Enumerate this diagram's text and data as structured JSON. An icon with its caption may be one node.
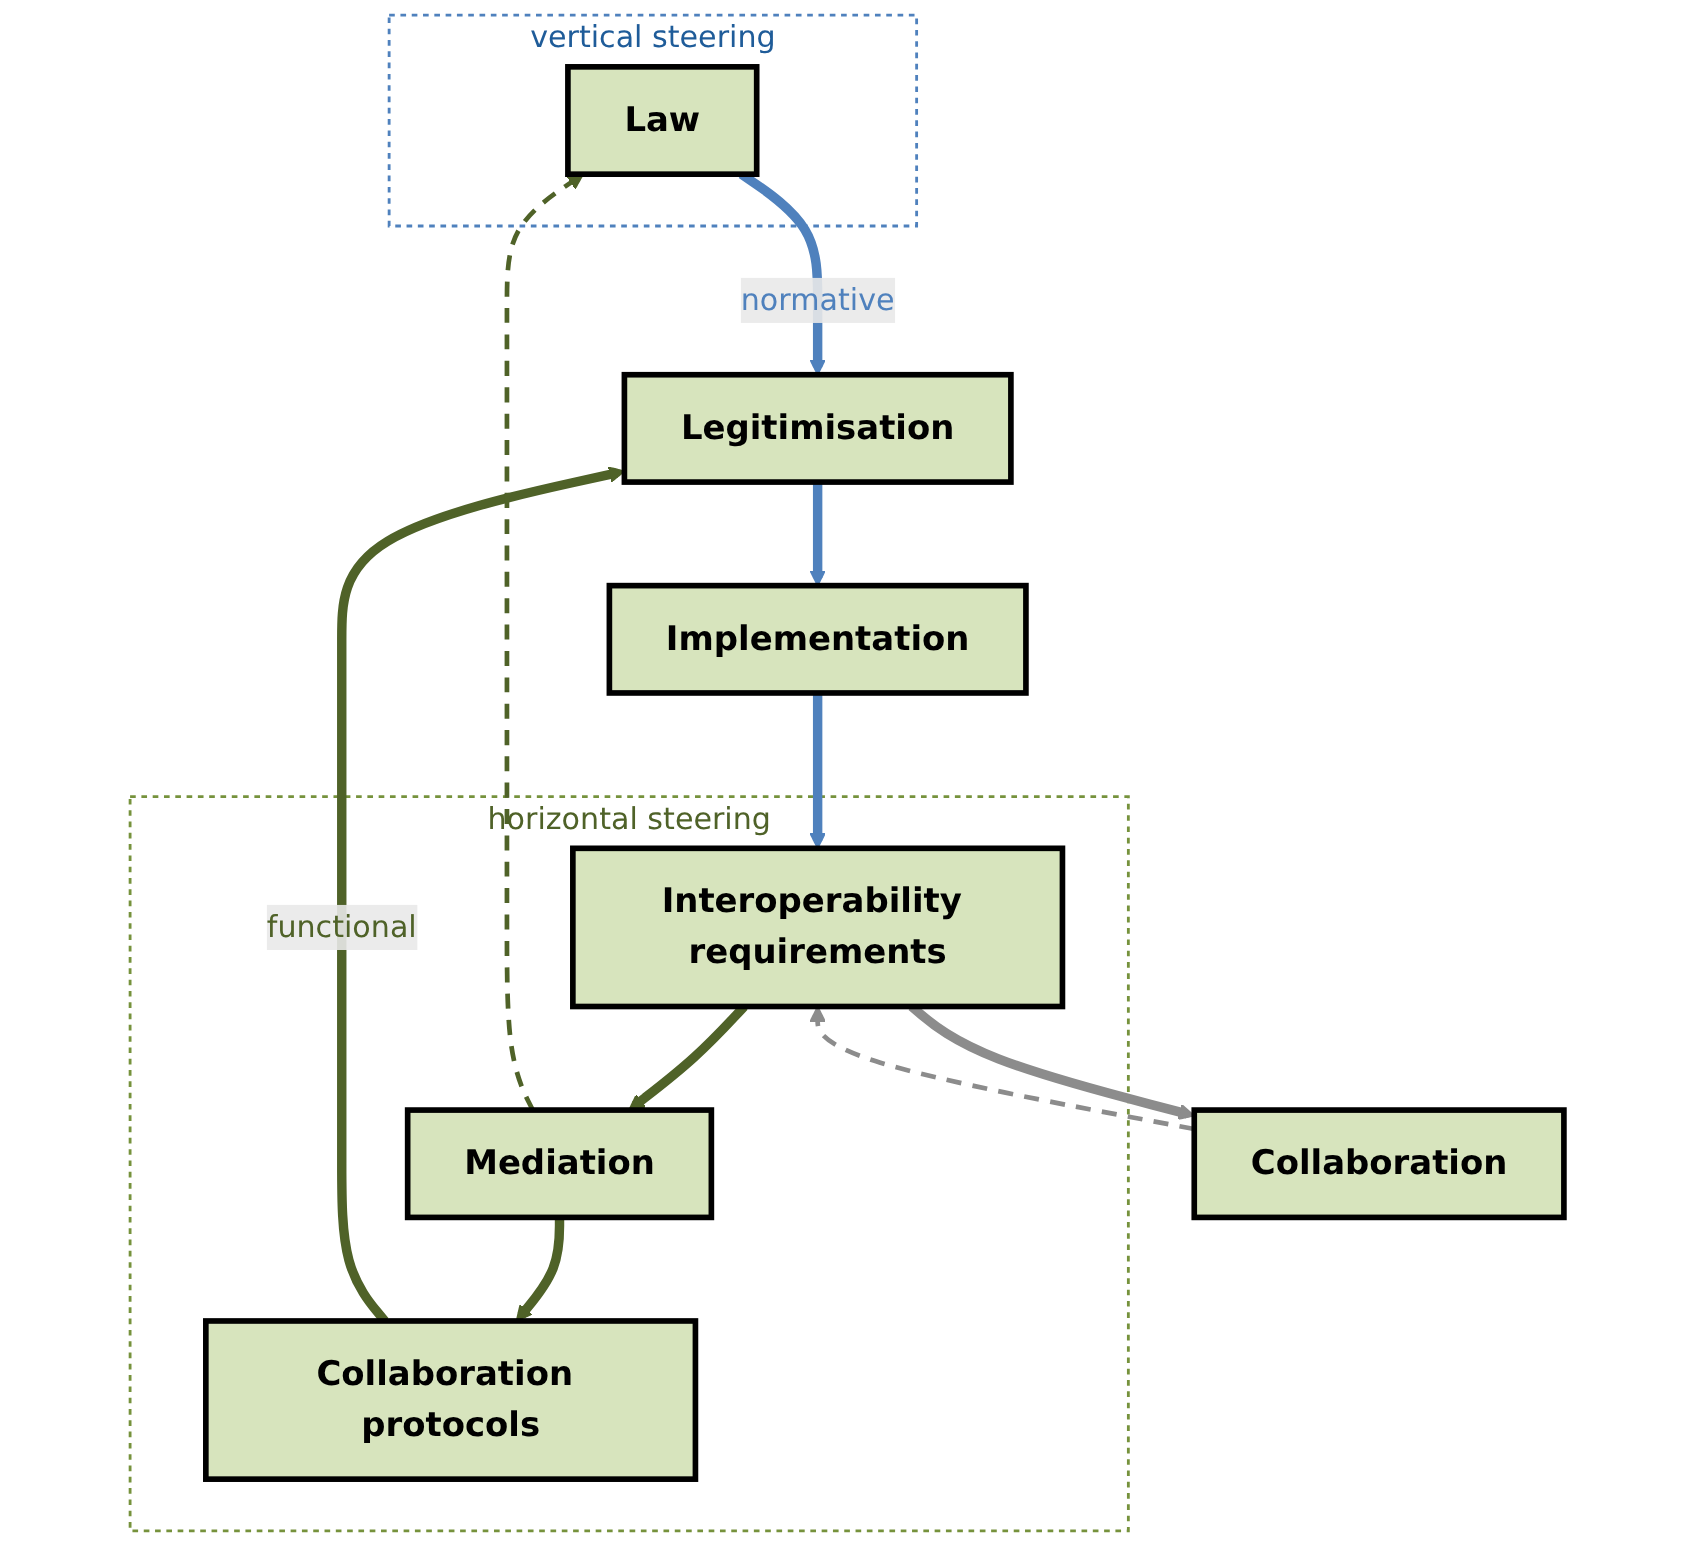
{
  "diagram": {
    "nodes": [
      {
        "text": [
          "vertical steering"
        ]
      },
      {
        "text": [
          "Law"
        ],
        "in": 0
      },
      {
        "text": [
          "horizontal steering"
        ]
      },
      {
        "text": [
          "Legitimisation"
        ]
      },
      {
        "text": [
          "Collaboration protocols"
        ],
        "in": 2
      },
      {
        "text": [
          "Implementation"
        ]
      },
      {
        "text": [
          "Interoperability requirements"
        ],
        "in": 2
      },
      {
        "text": [
          "Mediation"
        ],
        "in": 2
      },
      {
        "text": [
          "Collaboration"
        ]
      }
    ],
    "edges": [
      {
        "from": 1,
        "to": 3,
        "arrow": "to",
        "label": "normative",
        "color": "#4f81bd"
      },
      {
        "from": 3,
        "to": 5,
        "arrow": "to",
        "color": "#4f81bd"
      },
      {
        "from": 5,
        "to": 6,
        "arrow": "to",
        "color": "#4f81bd"
      },
      {
        "from": 6,
        "to": 8,
        "arrow": "to",
        "color": "#8c8c8c"
      },
      {
        "from": 8,
        "to": 6,
        "arrow": "to",
        "style": "dashed",
        "color": "#8c8c8c"
      },
      {
        "from": 6,
        "to": 7,
        "arrow": "to"
      },
      {
        "from": 7,
        "to": 4,
        "arrow": "to"
      },
      {
        "from": 4,
        "to": 3,
        "arrow": "to",
        "label": "functional"
      },
      {
        "from": 7,
        "to": 1,
        "arrow": "to",
        "style": "dashed"
      }
    ]
  }
}
